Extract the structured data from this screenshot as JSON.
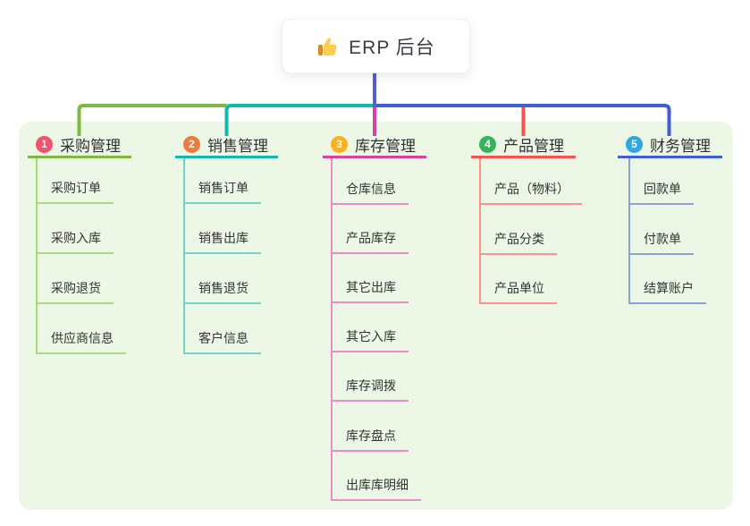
{
  "root": {
    "icon": "thumbs-up-icon",
    "title": "ERP 后台"
  },
  "panel": {
    "background": "#ecf7e6"
  },
  "connector": {
    "root_color": "#5560d2"
  },
  "branches": [
    {
      "badge": "1",
      "title": "采购管理",
      "badge_color": "#f4516c",
      "line_color": "#7cb93e",
      "line_light_color": "#a9d87d",
      "children": [
        "采购订单",
        "采购入库",
        "采购退货",
        "供应商信息"
      ]
    },
    {
      "badge": "2",
      "title": "销售管理",
      "badge_color": "#ef7a3d",
      "line_color": "#12b7ae",
      "line_light_color": "#73d2cb",
      "children": [
        "销售订单",
        "销售出库",
        "销售退货",
        "客户信息"
      ]
    },
    {
      "badge": "3",
      "title": "库存管理",
      "badge_color": "#d6439e",
      "line_color": "#d6439e",
      "line_light_color": "#ea8cc6",
      "badge_color_real": "#fbb11b",
      "children": [
        "仓库信息",
        "产品库存",
        "其它出库",
        "其它入库",
        "库存调拨",
        "库存盘点",
        "出库库明细"
      ]
    },
    {
      "badge": "4",
      "title": "产品管理",
      "badge_color": "#35b558",
      "line_color": "#f8544f",
      "line_light_color": "#fb948f",
      "children": [
        "产品（物料）",
        "产品分类",
        "产品单位"
      ]
    },
    {
      "badge": "5",
      "title": "财务管理",
      "badge_color": "#30a8e0",
      "line_color": "#3f5ed6",
      "line_light_color": "#8d9fd8",
      "children": [
        "回款单",
        "付款单",
        "结算账户"
      ]
    }
  ]
}
